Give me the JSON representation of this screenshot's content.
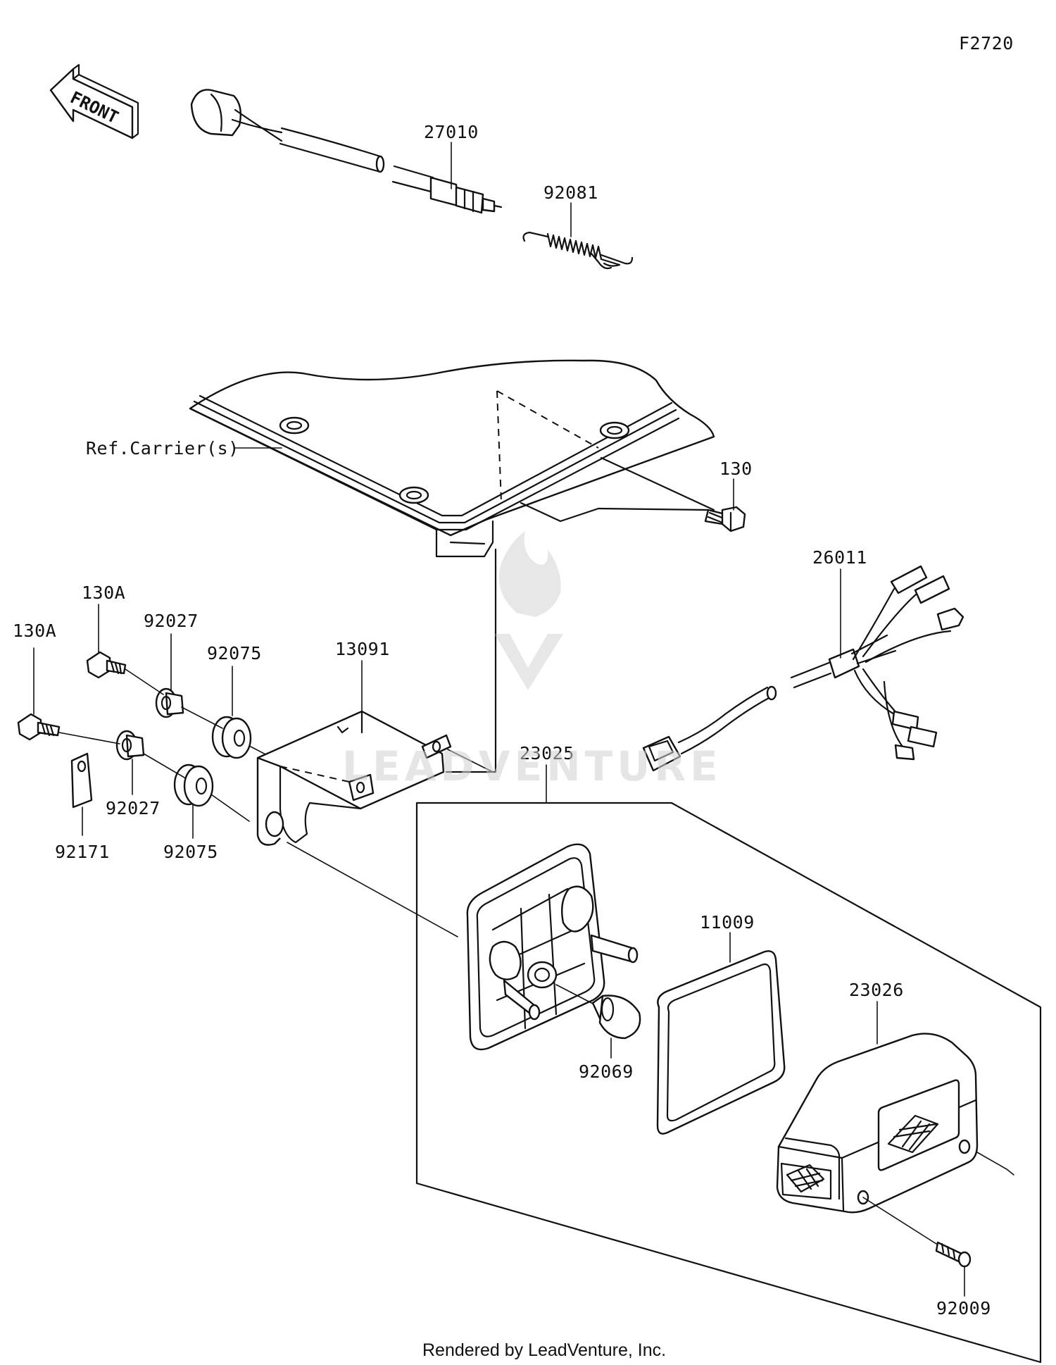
{
  "diagram_code": "F2720",
  "front_label": "FRONT",
  "reference_label": "Ref.Carrier(s)",
  "watermark": "LEADVENTURE",
  "footer": "Rendered by LeadVenture, Inc.",
  "parts": {
    "p27010": "27010",
    "p92081": "92081",
    "p130": "130",
    "p26011": "26011",
    "p130a_1": "130A",
    "p130a_2": "130A",
    "p92027_1": "92027",
    "p92075_1": "92075",
    "p13091": "13091",
    "p23025": "23025",
    "p92027_2": "92027",
    "p92075_2": "92075",
    "p92171": "92171",
    "p11009": "11009",
    "p23026": "23026",
    "p92069": "92069",
    "p92009": "92009"
  }
}
